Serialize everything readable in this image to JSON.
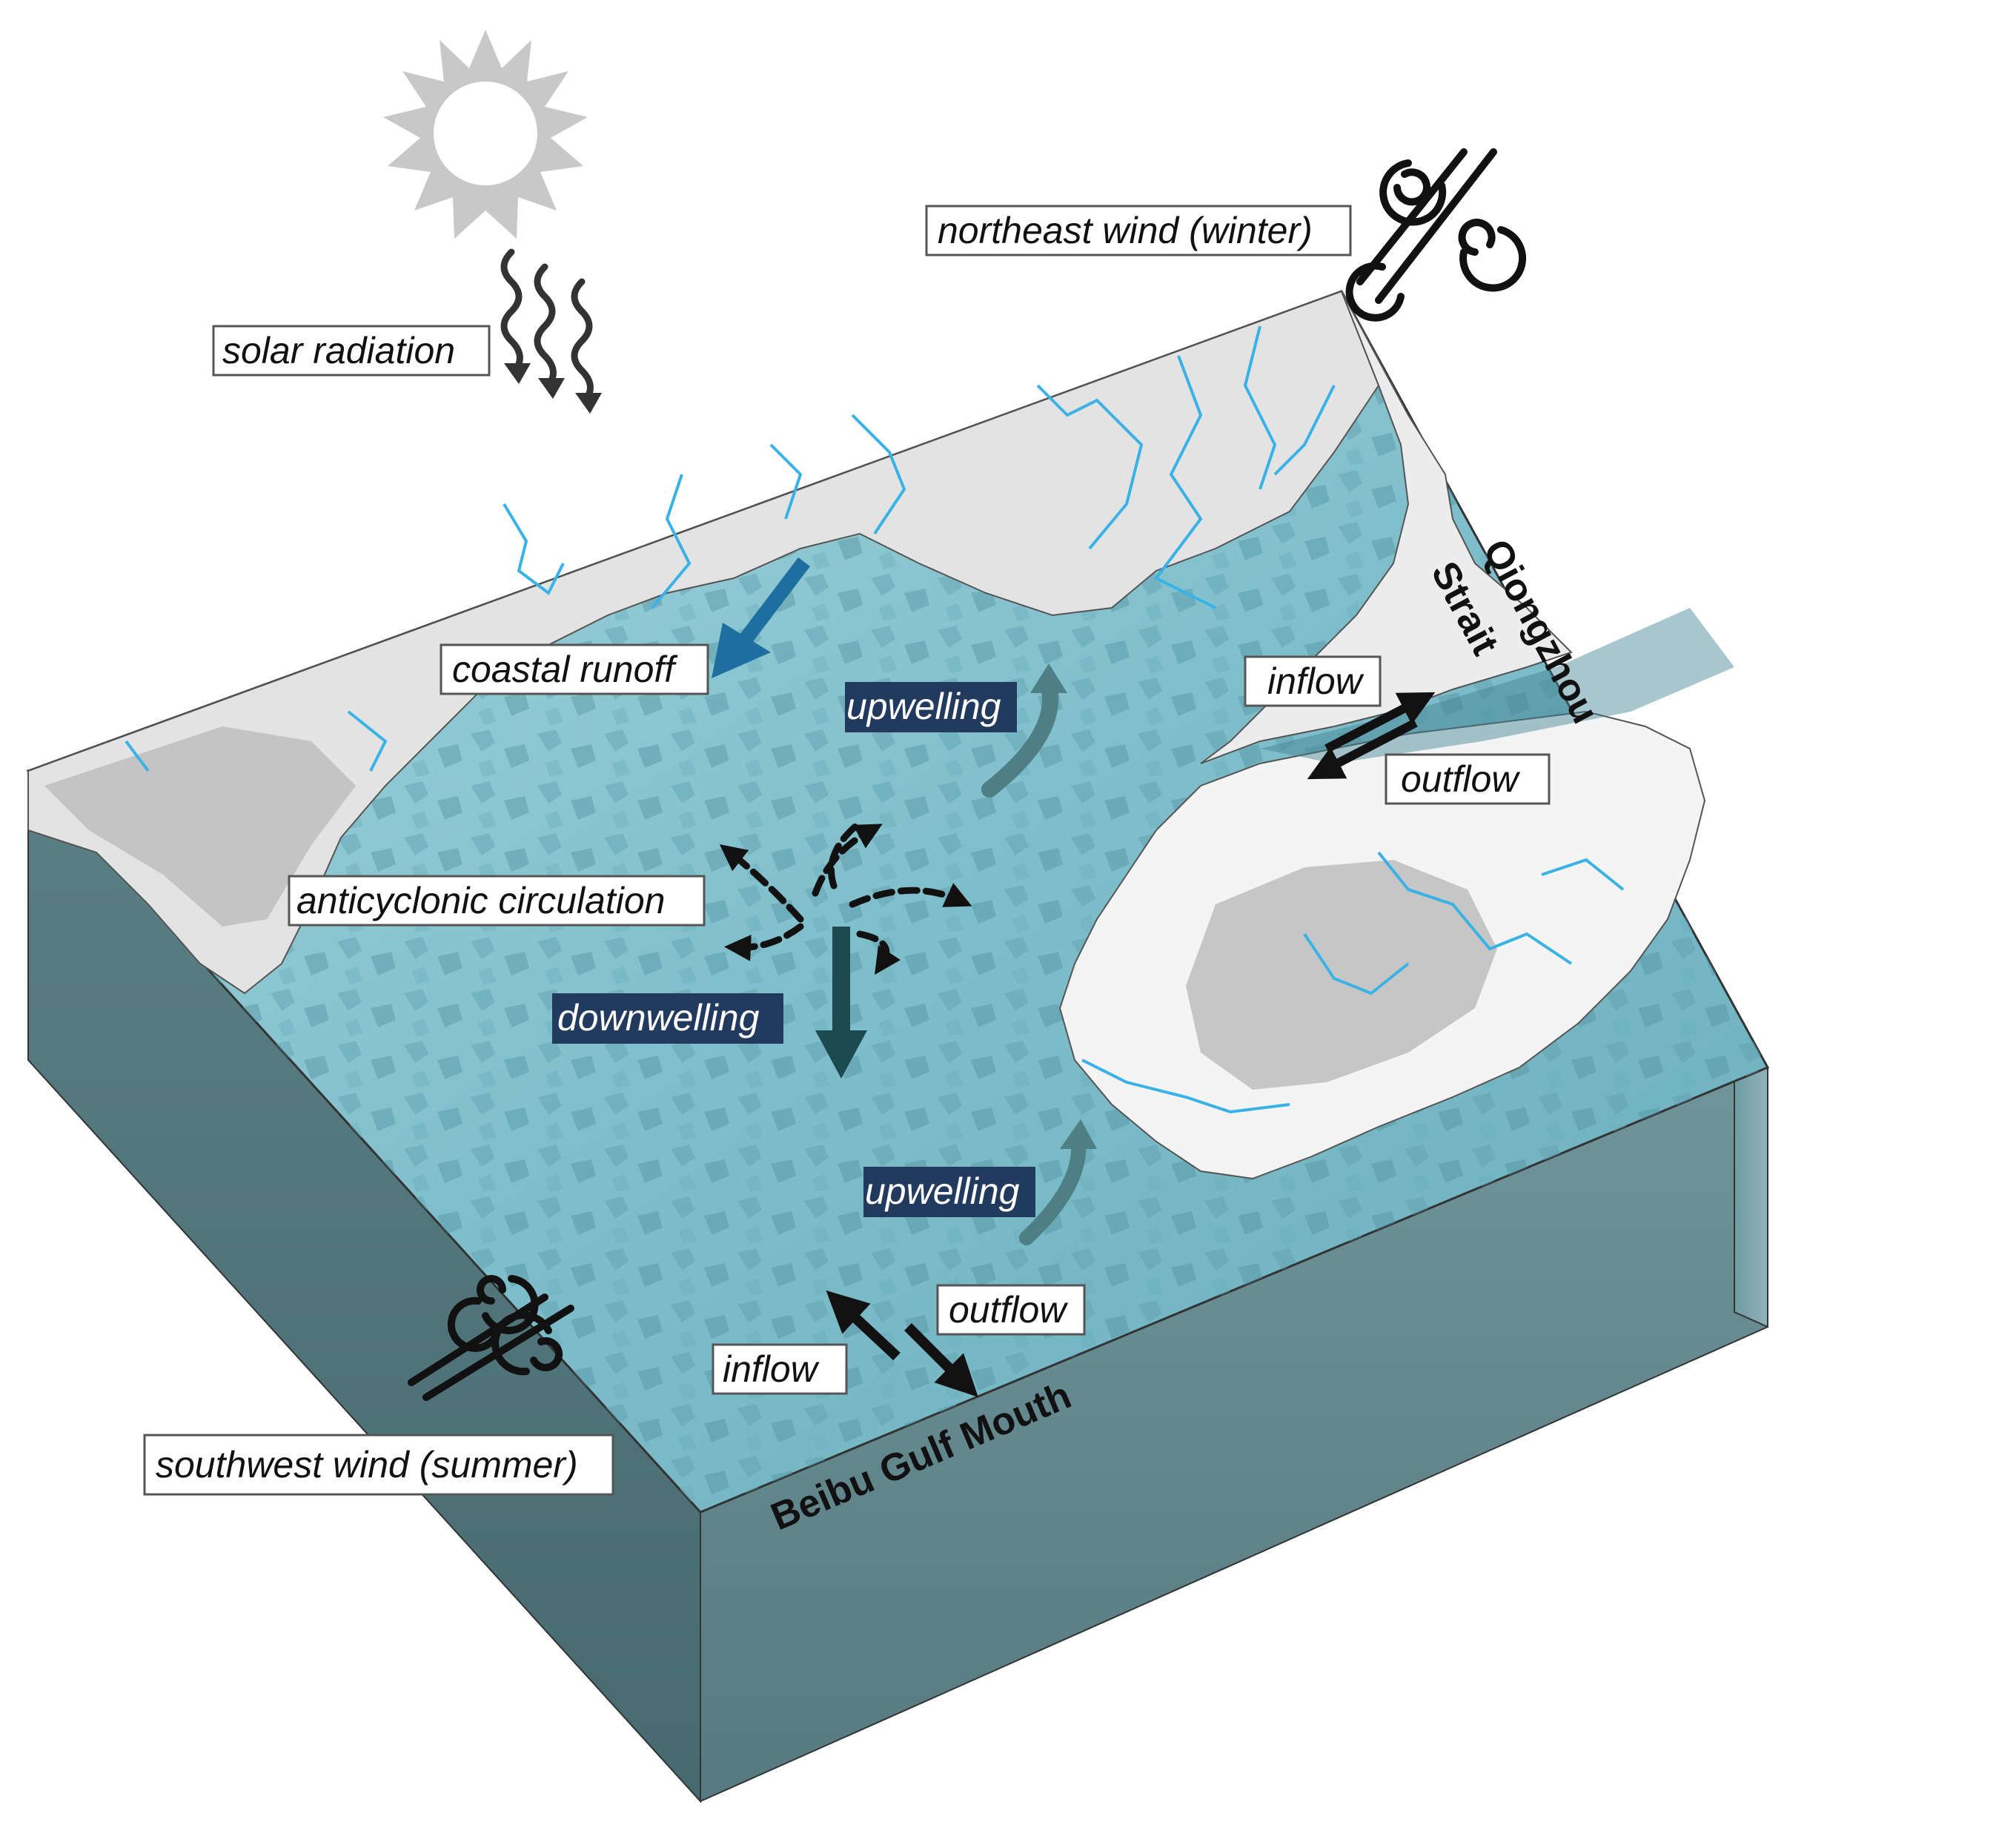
{
  "labels": {
    "solar_radiation": "solar radiation",
    "northeast_wind": "northeast wind (winter)",
    "southwest_wind": "southwest wind (summer)",
    "coastal_runoff": "coastal runoff",
    "upwelling_north": "upwelling",
    "upwelling_south": "upwelling",
    "downwelling": "downwelling",
    "anticyclonic_circulation": "anticyclonic circulation",
    "inflow_strait": "inflow",
    "outflow_strait": "outflow",
    "inflow_mouth": "inflow",
    "outflow_mouth": "outflow"
  },
  "places": {
    "qiongzhou_strait_line1": "Qiongzhou",
    "qiongzhou_strait_line2": "Strait",
    "beibu_gulf_mouth": "Beibu Gulf Mouth"
  },
  "icons": {
    "sun": "sun-icon",
    "radiation": "radiation-wave-icon",
    "wind": "wind-icon"
  },
  "colors": {
    "sea_surface": "#8cc8d4",
    "sea_deep": "#5f9fae",
    "block_side_left": "#4f7378",
    "block_side_front": "#5d8287",
    "block_side_right": "#6f9aa0",
    "land": "#d9d9d9",
    "land_white": "#f2f2f2",
    "river": "#3ab2e6",
    "runoff_arrow": "#1f6ea0",
    "upwelling_arrow": "#4d7f85",
    "downwelling_arrow": "#1c4a50",
    "dark_label": "#223a5e",
    "sun": "#c8c8c8"
  }
}
